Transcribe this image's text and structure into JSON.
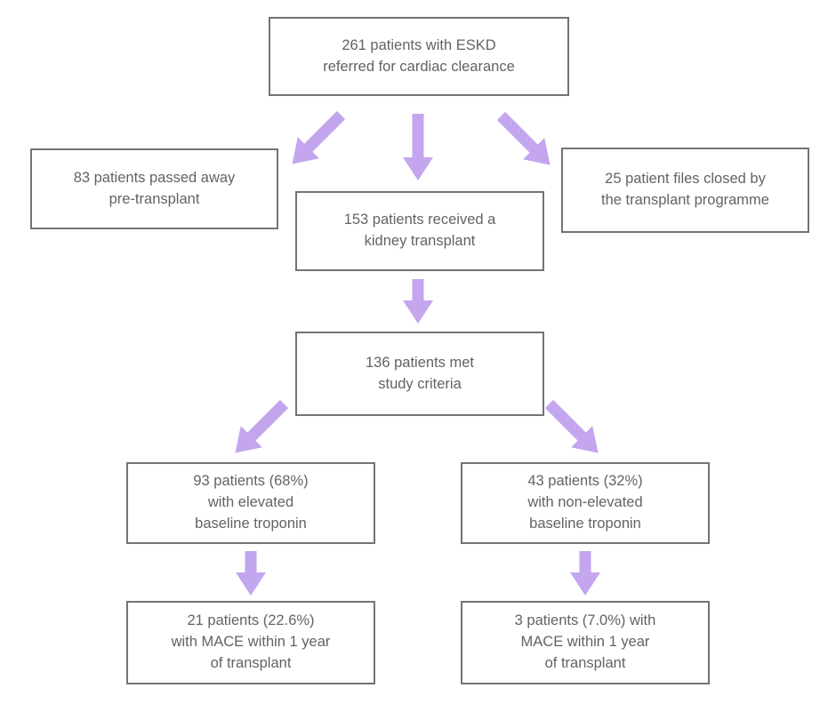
{
  "colors": {
    "arrow": "#c3a6ee",
    "box_border": "#737373",
    "text": "#636363",
    "background": "#ffffff"
  },
  "boxes": {
    "referred": {
      "lines": [
        "261 patients with ESKD",
        "referred for cardiac clearance"
      ]
    },
    "passed_away": {
      "lines": [
        "83 patients passed away",
        "pre-transplant"
      ]
    },
    "received": {
      "lines": [
        "153 patients received a",
        "kidney transplant"
      ]
    },
    "closed": {
      "lines": [
        "25 patient files closed by",
        "the transplant programme"
      ]
    },
    "criteria": {
      "lines": [
        "136 patients met",
        "study criteria"
      ]
    },
    "elevated": {
      "lines": [
        "93 patients (68%)",
        "with elevated",
        "baseline troponin"
      ]
    },
    "non_elevated": {
      "lines": [
        "43 patients (32%)",
        "with non-elevated",
        "baseline troponin"
      ]
    },
    "mace_elevated": {
      "lines": [
        "21 patients (22.6%)",
        "with MACE within 1 year",
        "of transplant"
      ]
    },
    "mace_non_elevated": {
      "lines": [
        "3 patients (7.0%) with",
        "MACE within 1 year",
        "of transplant"
      ]
    }
  },
  "edges": [
    {
      "from": "referred",
      "to": "passed_away",
      "direction": "down-left"
    },
    {
      "from": "referred",
      "to": "received",
      "direction": "down"
    },
    {
      "from": "referred",
      "to": "closed",
      "direction": "down-right"
    },
    {
      "from": "received",
      "to": "criteria",
      "direction": "down"
    },
    {
      "from": "criteria",
      "to": "elevated",
      "direction": "down-left"
    },
    {
      "from": "criteria",
      "to": "non_elevated",
      "direction": "down-right"
    },
    {
      "from": "elevated",
      "to": "mace_elevated",
      "direction": "down"
    },
    {
      "from": "non_elevated",
      "to": "mace_non_elevated",
      "direction": "down"
    }
  ]
}
